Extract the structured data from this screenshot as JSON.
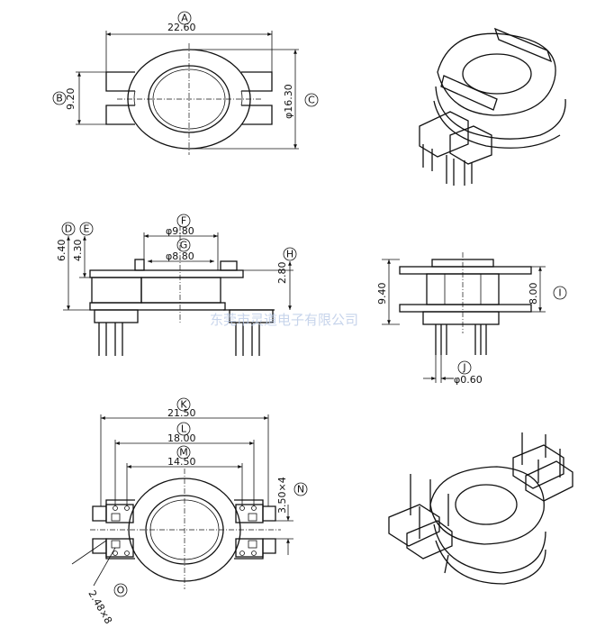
{
  "top_view": {
    "labels": {
      "A": "A",
      "B": "B",
      "C": "C"
    },
    "dims": {
      "width": "22.60",
      "height": "9.20",
      "diameter": "φ16.30"
    }
  },
  "front_view": {
    "labels": {
      "D": "D",
      "E": "E",
      "F": "F",
      "G": "G",
      "H": "H"
    },
    "dims": {
      "d": "6.40",
      "e": "4.30",
      "f": "φ9.80",
      "g": "φ8.80",
      "h": "2.80"
    }
  },
  "side_view": {
    "labels": {
      "I": "I",
      "J": "J"
    },
    "dims": {
      "total": "9.40",
      "body": "8.00",
      "pin": "φ0.60"
    }
  },
  "bottom_view": {
    "labels": {
      "K": "K",
      "L": "L",
      "M": "M",
      "N": "N",
      "O": "O"
    },
    "dims": {
      "k": "21.50",
      "l": "18.00",
      "m": "14.50",
      "n": "3.50×4",
      "o": "2.48×8"
    }
  },
  "watermark": "东莞市灵道电子有限公司"
}
